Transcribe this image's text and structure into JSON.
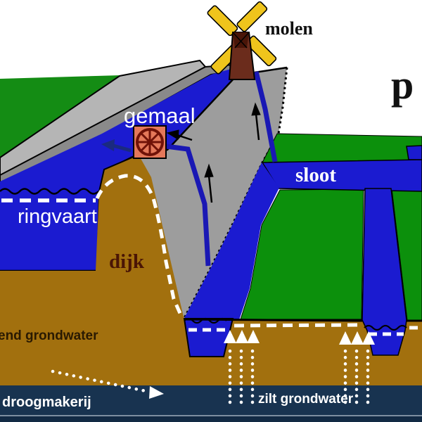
{
  "labels": {
    "molen": "molen",
    "polder_partial": "p",
    "gemaal": "gemaal",
    "sloot": "sloot",
    "ringvaart": "ringvaart",
    "dijk": "dijk",
    "groundwater_left": "end grondwater",
    "droogmakerij": "droogmakerij",
    "zilt_grondwater": "zilt grondwater"
  },
  "icons": {
    "windmill": "windmill-icon",
    "pump_wheel": "pump-wheel-icon",
    "flow_arrow": "flow-arrow-icon",
    "seepage_arrow": "seepage-arrow-icon"
  },
  "colors": {
    "sky": "#ffffff",
    "far_field_green": "#148c14",
    "polder_green": "#0c900c",
    "water_blue": "#1b1bd0",
    "pipe_blue": "#1a18b4",
    "embankment_grey_top": "#b5b5b5",
    "embankment_grey_front": "#8a8a8a",
    "cross_section_grey": "#9d9d9d",
    "soil_tan": "#a2700e",
    "deep_navy": "#183350",
    "gemaal_orange": "#e4785a",
    "gemaal_wheel": "#701208",
    "mill_body": "#6b2c1c",
    "mill_roof": "#491508",
    "blade_yellow": "#efc41c",
    "dijk_text": "#4a1505",
    "dark_soil_text": "#2a1a02",
    "white_marking": "#ffffff"
  }
}
